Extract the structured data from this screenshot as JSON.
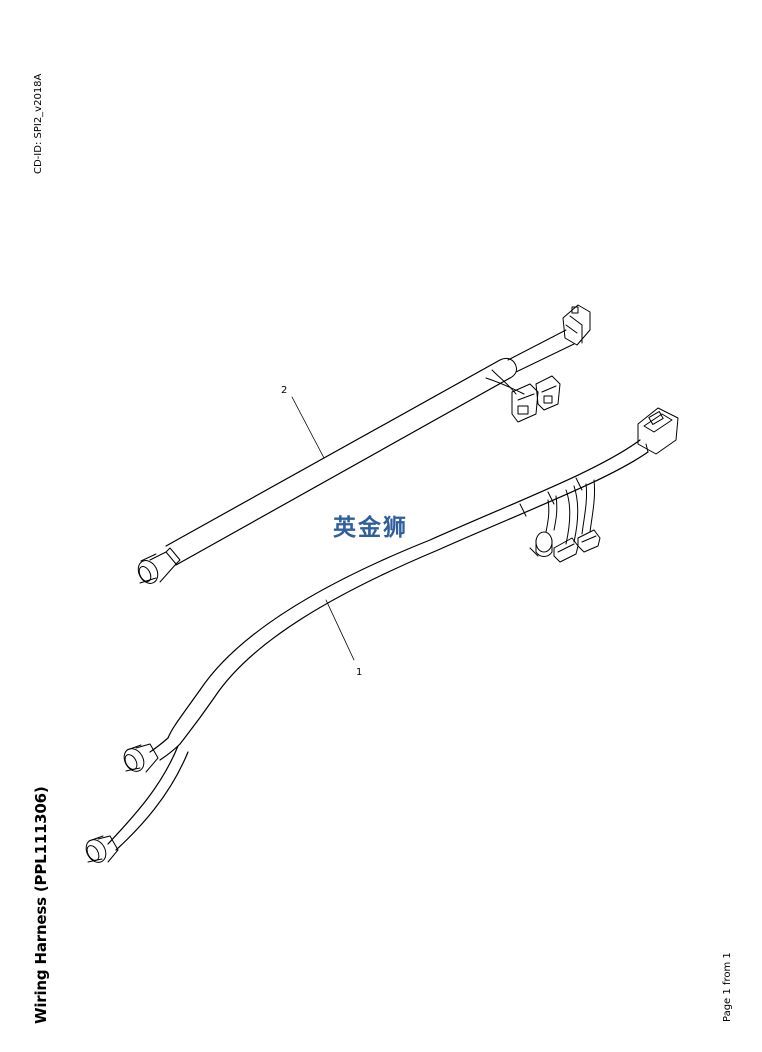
{
  "header": {
    "cd_id": "CD-ID: SPI2_v2018A"
  },
  "title": "Wiring Harness (PPL111306)",
  "footer": {
    "page": "Page 1 from 1"
  },
  "callouts": {
    "item1": "1",
    "item2": "2"
  },
  "watermark": "英金狮",
  "colors": {
    "line": "#000000",
    "watermark": "#2f5f9d"
  }
}
